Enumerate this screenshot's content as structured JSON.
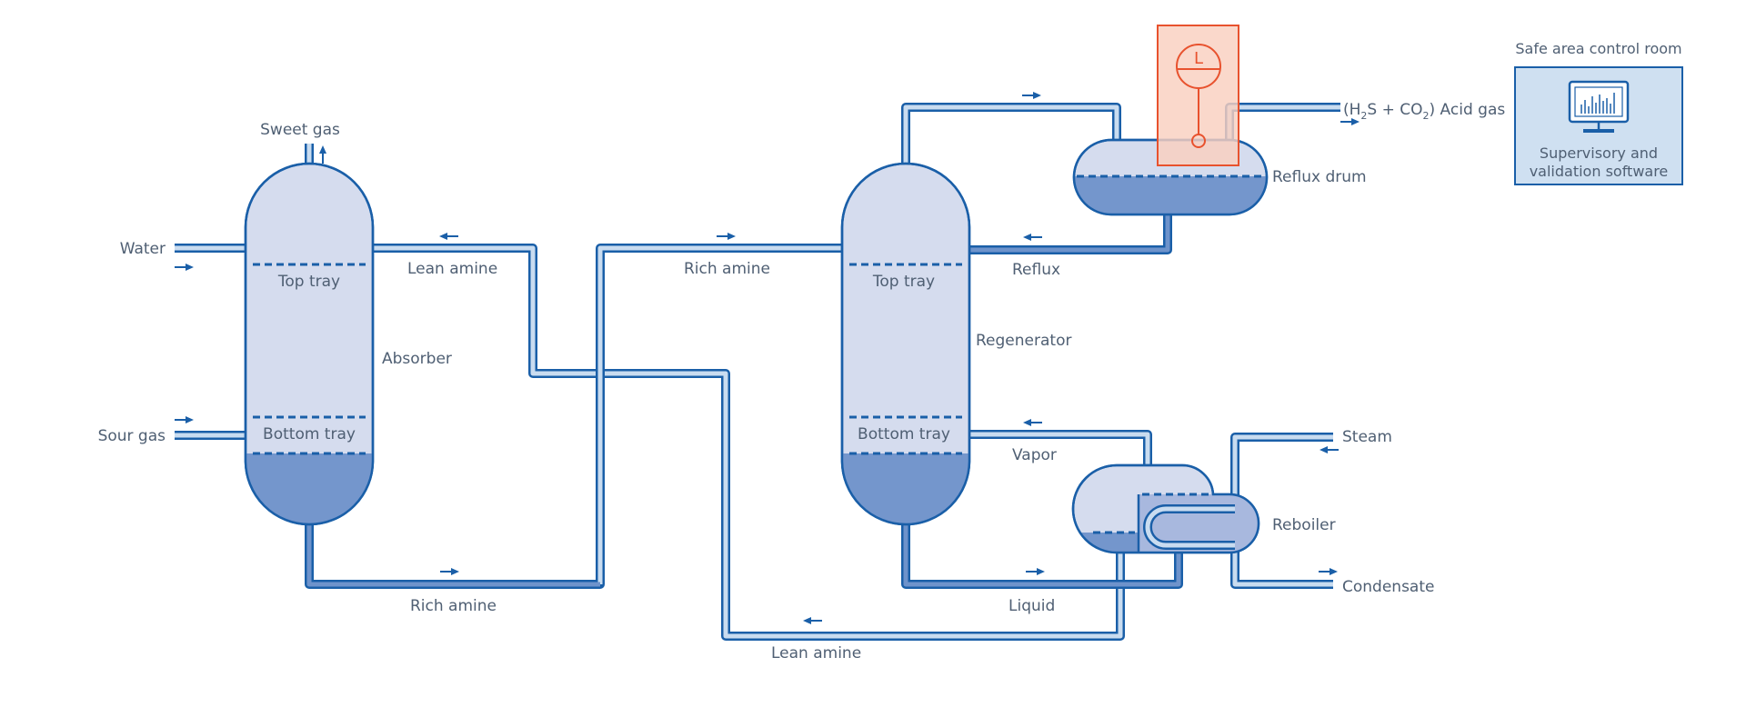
{
  "labels": {
    "sweet_gas": "Sweet gas",
    "water": "Water",
    "sour_gas": "Sour gas",
    "absorber": "Absorber",
    "absorber_top_tray": "Top tray",
    "absorber_bottom_tray": "Bottom tray",
    "lean_amine_top": "Lean amine",
    "rich_amine_bottom": "Rich amine",
    "rich_amine_top": "Rich amine",
    "lean_amine_bottom": "Lean amine",
    "regenerator": "Regenerator",
    "regen_top_tray": "Top tray",
    "regen_bottom_tray": "Bottom tray",
    "reflux": "Reflux",
    "vapor": "Vapor",
    "liquid": "Liquid",
    "reflux_drum": "Reflux drum",
    "reboiler": "Reboiler",
    "steam": "Steam",
    "condensate": "Condensate",
    "acid_gas_open": "(H",
    "acid_gas_sub1": "2",
    "acid_gas_mid": "S + CO",
    "acid_gas_sub2": "2",
    "acid_gas_close": ") Acid gas"
  },
  "instrument": {
    "letter": "L",
    "accent_color": "#e8522e",
    "fill_color": "#f9cfc0"
  },
  "control_room": {
    "title": "Safe area control room",
    "line1": "Supervisory and",
    "line2": "validation software",
    "icon": "monitor-chart-icon"
  },
  "colors": {
    "pipe_outline": "#1a5fa8",
    "pipe_light": "#c9dcf0",
    "pipe_dark": "#6e93cb",
    "vessel_fill": "#d5dcee",
    "liquid_fill": "#7496cc",
    "control_box_fill": "#cfe0f1",
    "text": "#4f5f73"
  }
}
